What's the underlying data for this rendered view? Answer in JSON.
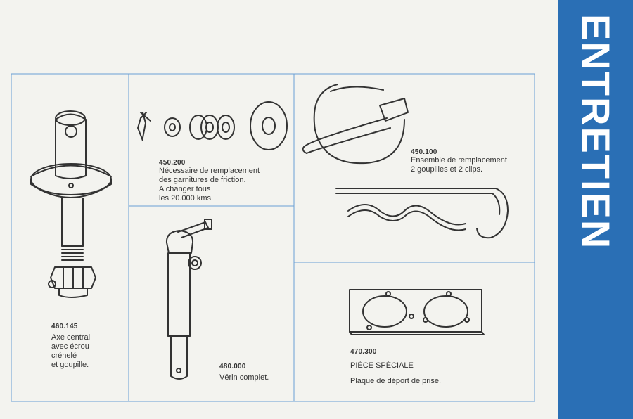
{
  "sidebar": {
    "title": "ENTRETIEN"
  },
  "items": [
    {
      "code": "460.145",
      "description": "Axe central\navec écrou\ncrénelé\net goupille."
    },
    {
      "code": "450.200",
      "description": "Nécessaire de remplacement\ndes garnitures de friction.\nA changer tous\nles 20.000 kms."
    },
    {
      "code": "450.100",
      "description": "Ensemble de remplacement\n2 goupilles et 2 clips."
    },
    {
      "code": "480.000",
      "description": "Vérin complet."
    },
    {
      "code": "470.300",
      "title": "PIÈCE SPÉCIALE",
      "description": "Plaque de déport de prise."
    }
  ],
  "colors": {
    "blue": "#2a6fb5",
    "line": "#6a9fd6",
    "ink": "#333333",
    "paper": "#f3f3ef"
  }
}
